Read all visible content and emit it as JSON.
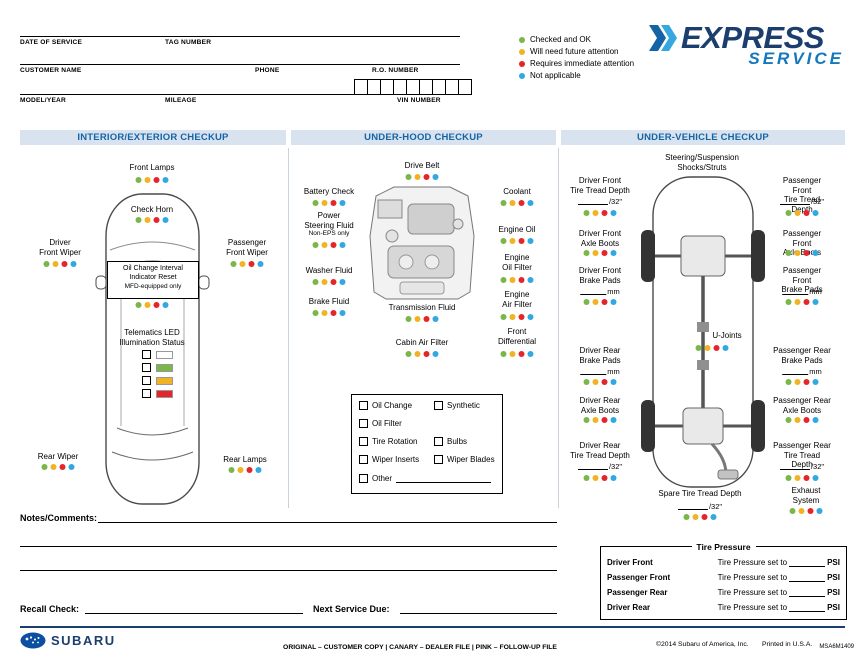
{
  "colors": {
    "green": "#7AB648",
    "yellow": "#F0B323",
    "red": "#E4262C",
    "blue": "#2FA9E0",
    "navy": "#1B3E6F",
    "header-bg": "#D9E3F0",
    "header-text": "#1464A5"
  },
  "legend": {
    "items": [
      {
        "name": "checked-ok",
        "label": "Checked and OK",
        "color": "#7AB648"
      },
      {
        "name": "future-attention",
        "label": "Will need future attention",
        "color": "#F0B323"
      },
      {
        "name": "immediate-attention",
        "label": "Requires immediate attention",
        "color": "#E4262C"
      },
      {
        "name": "not-applicable",
        "label": "Not applicable",
        "color": "#2FA9E0"
      }
    ]
  },
  "logo": {
    "express": "EXPRESS",
    "service": "SERVICE"
  },
  "form_fields": {
    "date_of_service": "DATE OF SERVICE",
    "tag_number": "TAG NUMBER",
    "customer_name": "CUSTOMER NAME",
    "phone": "PHONE",
    "ro_number": "R.O. NUMBER",
    "model_year": "MODEL/YEAR",
    "mileage": "MILEAGE",
    "vin_number": "VIN NUMBER"
  },
  "interior": {
    "title": "INTERIOR/EXTERIOR CHECKUP",
    "front_lamps": "Front Lamps",
    "check_horn": "Check Horn",
    "driver_front_wiper": "Driver\nFront Wiper",
    "passenger_front_wiper": "Passenger\nFront Wiper",
    "oil_change_reset": "Oil Change Interval\nIndicator Reset",
    "oil_change_reset_note": "MFD-equipped only",
    "telematics": "Telematics LED\nIllumination Status",
    "telematics_leds": [
      "#FFFFFF",
      "#7AB648",
      "#F0B323",
      "#E4262C"
    ],
    "rear_wiper": "Rear Wiper",
    "rear_lamps": "Rear Lamps"
  },
  "underhood": {
    "title": "UNDER-HOOD CHECKUP",
    "drive_belt": "Drive Belt",
    "battery_check": "Battery Check",
    "coolant": "Coolant",
    "power_steering_fluid": "Power\nSteering Fluid",
    "power_steering_note": "Non-EPS only",
    "engine_oil": "Engine Oil",
    "washer_fluid": "Washer Fluid",
    "engine_oil_filter": "Engine\nOil Filter",
    "brake_fluid": "Brake Fluid",
    "engine_air_filter": "Engine\nAir Filter",
    "transmission_fluid": "Transmission Fluid",
    "front_differential": "Front\nDifferential",
    "cabin_air_filter": "Cabin Air Filter",
    "options": [
      "Oil Change",
      "Synthetic",
      "Oil Filter",
      "Tire Rotation",
      "Bulbs",
      "Wiper Inserts",
      "Wiper Blades",
      "Other"
    ]
  },
  "undervehicle": {
    "title": "UNDER-VEHICLE CHECKUP",
    "steering_suspension": "Steering/Suspension\nShocks/Struts",
    "driver_front_tread": "Driver Front\nTire Tread Depth",
    "passenger_front_tread": "Passenger Front\nTire Tread Depth",
    "driver_front_axle": "Driver Front\nAxle Boots",
    "passenger_front_axle": "Passenger Front\nAxle Boots",
    "driver_front_brake": "Driver Front\nBrake Pads",
    "passenger_front_brake": "Passenger Front\nBrake Pads",
    "driver_rear_brake": "Driver Rear\nBrake Pads",
    "passenger_rear_brake": "Passenger Rear\nBrake Pads",
    "u_joints": "U-Joints",
    "driver_rear_axle": "Driver Rear\nAxle Boots",
    "passenger_rear_axle": "Passenger Rear\nAxle Boots",
    "driver_rear_tread": "Driver Rear\nTire Tread Depth",
    "passenger_rear_tread": "Passenger Rear\nTire Tread Depth",
    "spare_tread": "Spare Tire Tread Depth",
    "exhaust_system": "Exhaust\nSystem",
    "tread_suffix": "/32\"",
    "mm_suffix": "mm"
  },
  "notes_label": "Notes/Comments:",
  "recall_label": "Recall Check:",
  "next_service_label": "Next Service Due:",
  "tire_pressure": {
    "title": "Tire Pressure",
    "set_to_label": "Tire Pressure set to",
    "psi": "PSI",
    "rows": [
      "Driver Front",
      "Passenger Front",
      "Passenger Rear",
      "Driver Rear"
    ]
  },
  "footer": {
    "brand": "SUBARU",
    "copies": "ORIGINAL – CUSTOMER COPY  |  CANARY – DEALER FILE  |  PINK – FOLLOW-UP FILE",
    "copyright": "©2014 Subaru of America, Inc.",
    "printed": "Printed in U.S.A.",
    "part_number": "MSA6M1409"
  }
}
